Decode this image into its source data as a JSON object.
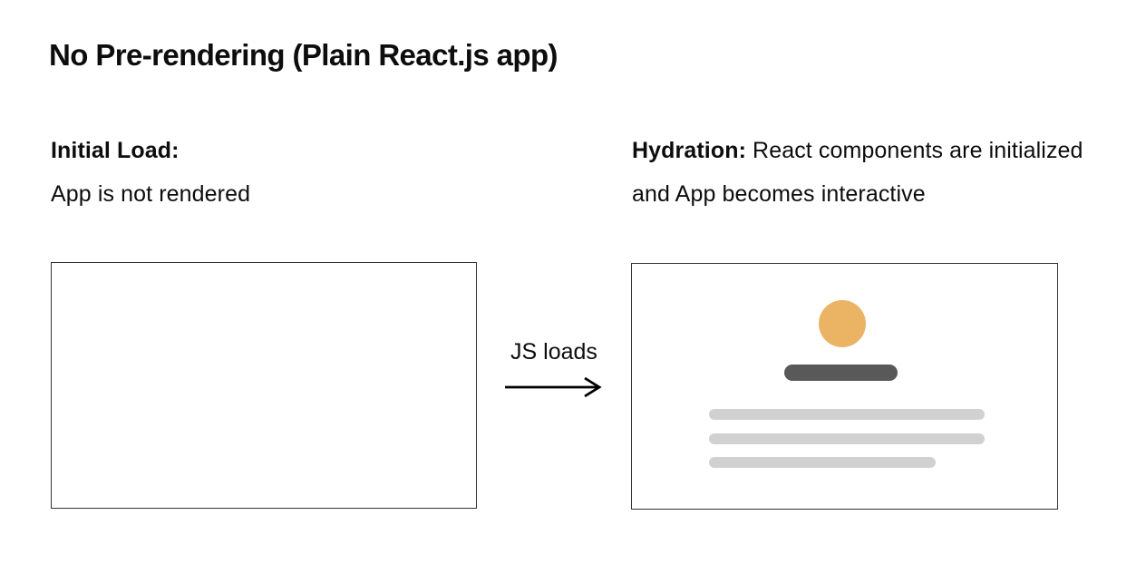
{
  "title": "No Pre-rendering (Plain React.js app)",
  "panels": {
    "left": {
      "heading": "Initial Load:",
      "description": "App is not rendered"
    },
    "right": {
      "heading": "Hydration:",
      "description": " React components are initialized and App becomes interactive"
    }
  },
  "transition": {
    "label": "JS loads",
    "icon": "arrow-right-icon"
  },
  "colors": {
    "background": "#ffffff",
    "text": "#0d0d0d",
    "box_border": "#333333",
    "avatar": "#ebb464",
    "heading_bar": "#595959",
    "text_bar": "#d1d1d1",
    "arrow": "#000000"
  }
}
